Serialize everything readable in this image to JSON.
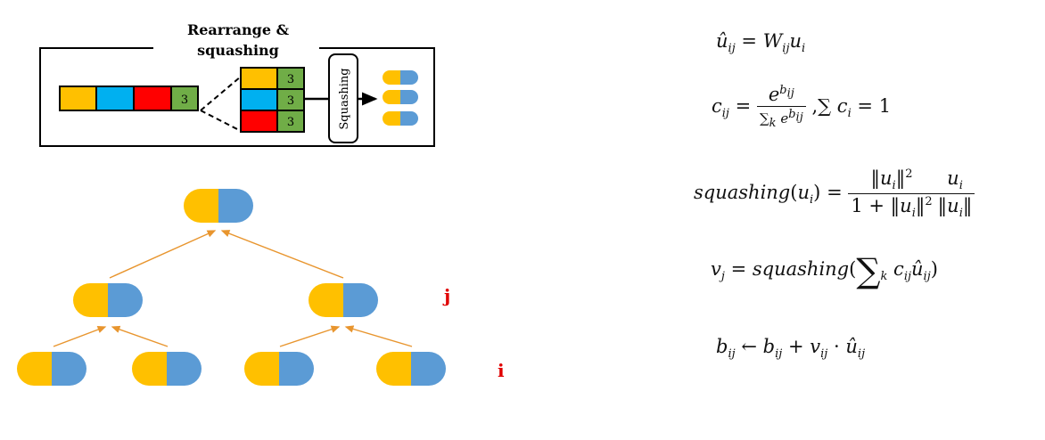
{
  "inset": {
    "title_line1": "Rearrange &",
    "title_line2": "squashing",
    "vector_label": "3",
    "block_label": "3",
    "squash_label": "Squashing"
  },
  "tree": {
    "layer_j_label": "j",
    "layer_i_label": "i"
  },
  "equations": {
    "eq1": "û_ij = W_ij u_i",
    "eq2": "c_ij = e^{b_ij} / Σ_k e^{b_ij} , Σ c_i = 1",
    "eq3": "squashing(u_i) = ‖u_i‖² / (1 + ‖u_i‖²) · u_i / ‖u_i‖",
    "eq4": "v_j = squashing(Σ_k c_ij û_ij)",
    "eq5": "b_ij ← b_ij + v_ij · û_ij"
  },
  "colors": {
    "yellow": "#FFC000",
    "blue": "#5B9BD5",
    "cyan": "#00B0F0",
    "red": "#FF0000",
    "green": "#70AD47",
    "arrow": "#E8952E",
    "label_red": "#E00000"
  }
}
